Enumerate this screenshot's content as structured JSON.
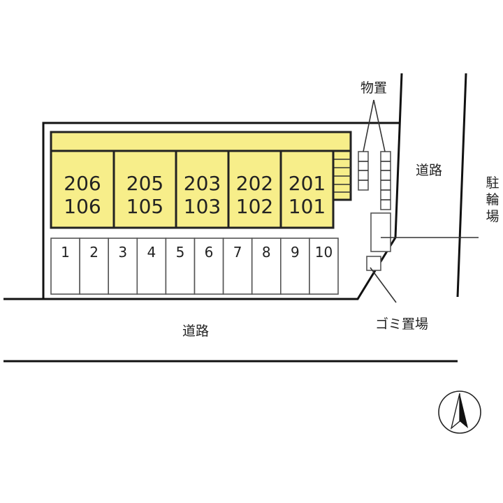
{
  "labels": {
    "storage": "物置",
    "road_right": "道路",
    "road_bottom": "道路",
    "bicycle_parking": [
      "駐",
      "輪",
      "場"
    ],
    "garbage": "ゴミ置場"
  },
  "units": [
    {
      "upper": "206",
      "lower": "106"
    },
    {
      "upper": "205",
      "lower": "105"
    },
    {
      "upper": "203",
      "lower": "103"
    },
    {
      "upper": "202",
      "lower": "102"
    },
    {
      "upper": "201",
      "lower": "101"
    }
  ],
  "parking_spaces": [
    "1",
    "2",
    "3",
    "4",
    "5",
    "6",
    "7",
    "8",
    "9",
    "10"
  ],
  "colors": {
    "building": "#f7ee8a",
    "line": "#111111"
  }
}
